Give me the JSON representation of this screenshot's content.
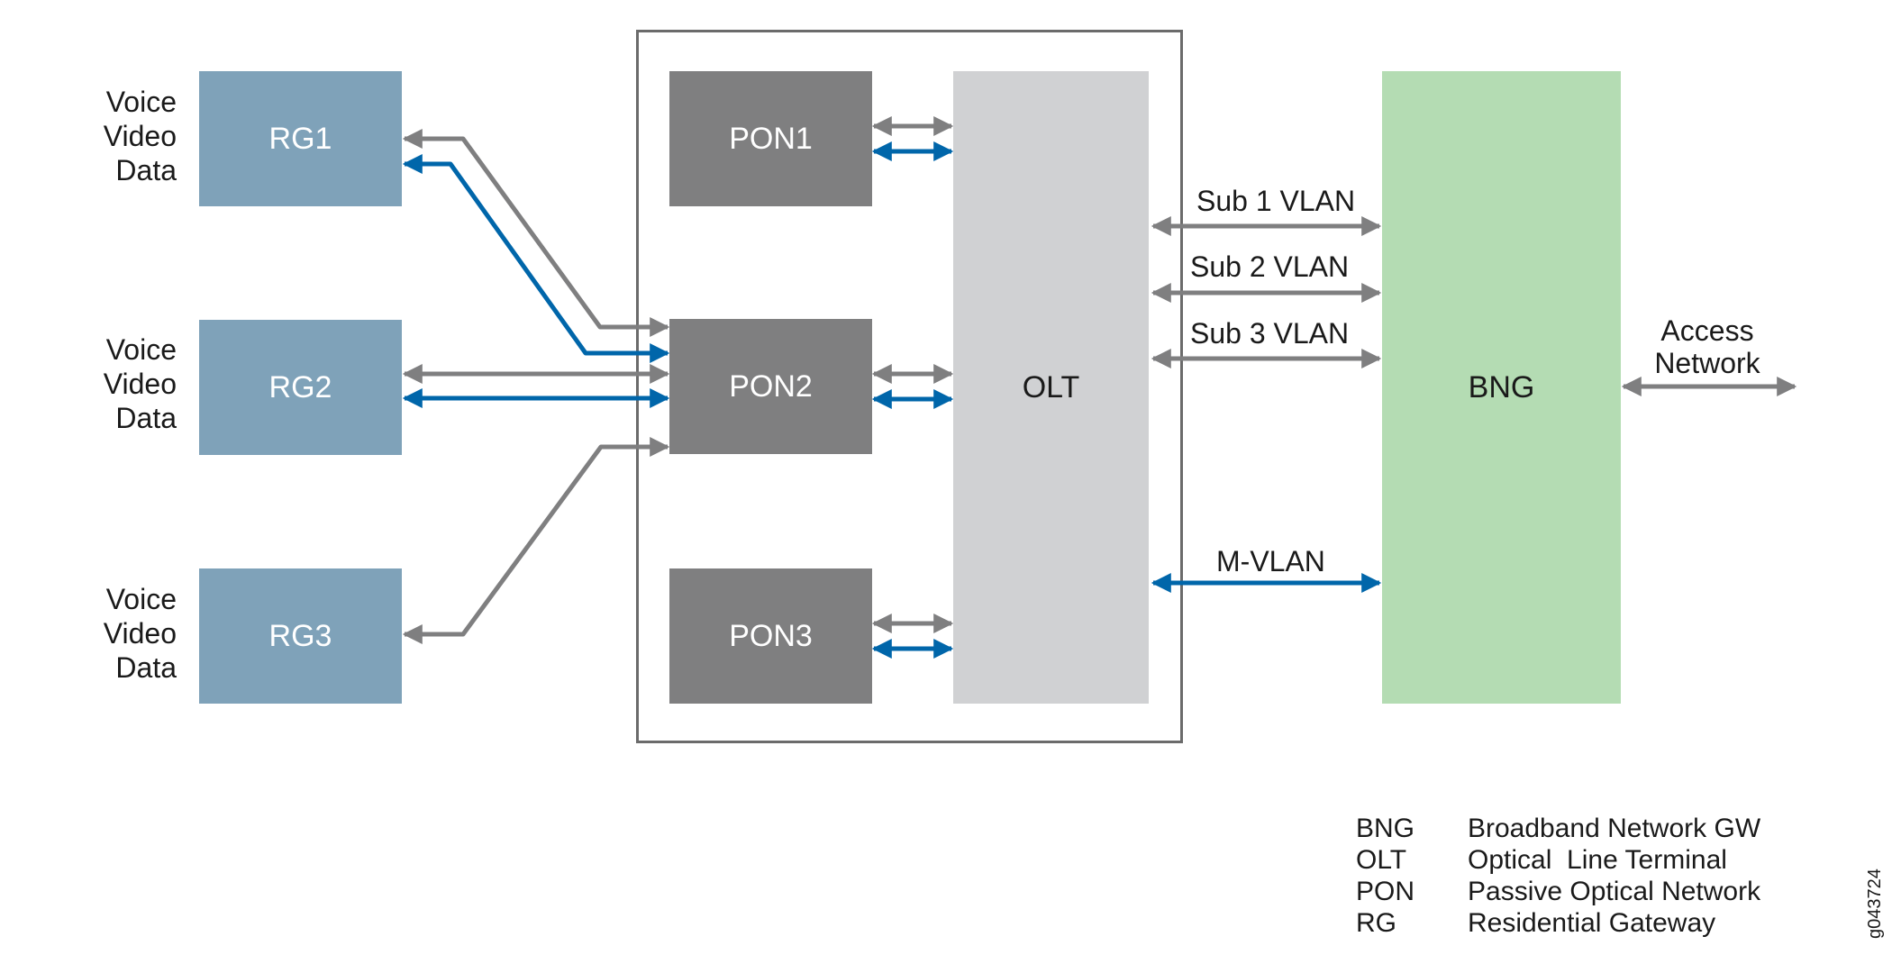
{
  "rg_services": [
    {
      "lines": [
        "Voice",
        "Video",
        "Data"
      ]
    },
    {
      "lines": [
        "Voice",
        "Video",
        "Data"
      ]
    },
    {
      "lines": [
        "Voice",
        "Video",
        "Data"
      ]
    }
  ],
  "nodes": {
    "rg1": "RG1",
    "rg2": "RG2",
    "rg3": "RG3",
    "pon1": "PON1",
    "pon2": "PON2",
    "pon3": "PON3",
    "olt": "OLT",
    "bng": "BNG"
  },
  "links": {
    "sub1": "Sub 1 VLAN",
    "sub2": "Sub 2 VLAN",
    "sub3": "Sub 3 VLAN",
    "mvlan": "M-VLAN",
    "access_line1": "Access",
    "access_line2": "Network"
  },
  "legend": [
    {
      "abbr": "BNG",
      "desc": "Broadband Network GW"
    },
    {
      "abbr": "OLT",
      "desc": "Optical  Line Terminal"
    },
    {
      "abbr": "PON",
      "desc": "Passive Optical Network"
    },
    {
      "abbr": "RG",
      "desc": "Residential Gateway"
    }
  ],
  "figure_id": "g043724",
  "colors": {
    "gray_link": "#7f7f80",
    "blue_link": "#0066aa",
    "rg": "#7fa2b9",
    "pon": "#7f7f80",
    "olt": "#d0d1d3",
    "bng": "#b4dcb3"
  }
}
